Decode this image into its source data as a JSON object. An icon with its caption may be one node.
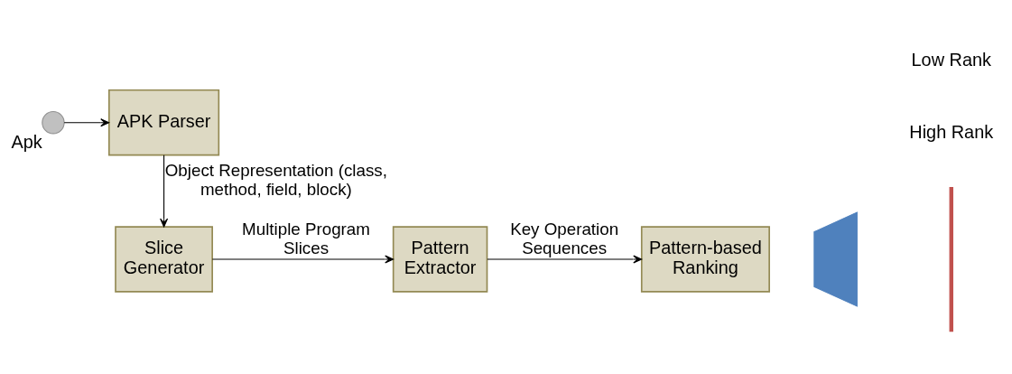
{
  "diagram": {
    "nodes": [
      {
        "text": [],
        "shape": "circle",
        "beside": [
          "Apk"
        ]
      },
      {
        "text": [
          "APK Parser"
        ]
      },
      {
        "text": [
          "Slice Generator"
        ]
      },
      {
        "text": [
          "Pattern Extractor"
        ]
      },
      {
        "text": [
          "Pattern-based Ranking"
        ]
      },
      {
        "text": [],
        "shape": "trapezoid"
      },
      {
        "text": [],
        "shape": "bar"
      }
    ],
    "edges": [
      {
        "from": 0,
        "to": 1,
        "arrow": "to"
      },
      {
        "from": 1,
        "to": 2,
        "arrow": "to",
        "label": "Object Representation (class, method, field, block)"
      },
      {
        "from": 2,
        "to": 3,
        "arrow": "to",
        "label": "Multiple Program Slices"
      },
      {
        "from": 3,
        "to": 4,
        "arrow": "to",
        "label": "Key Operation Sequences"
      }
    ],
    "labels": [
      "High Rank",
      "Low Rank"
    ]
  }
}
